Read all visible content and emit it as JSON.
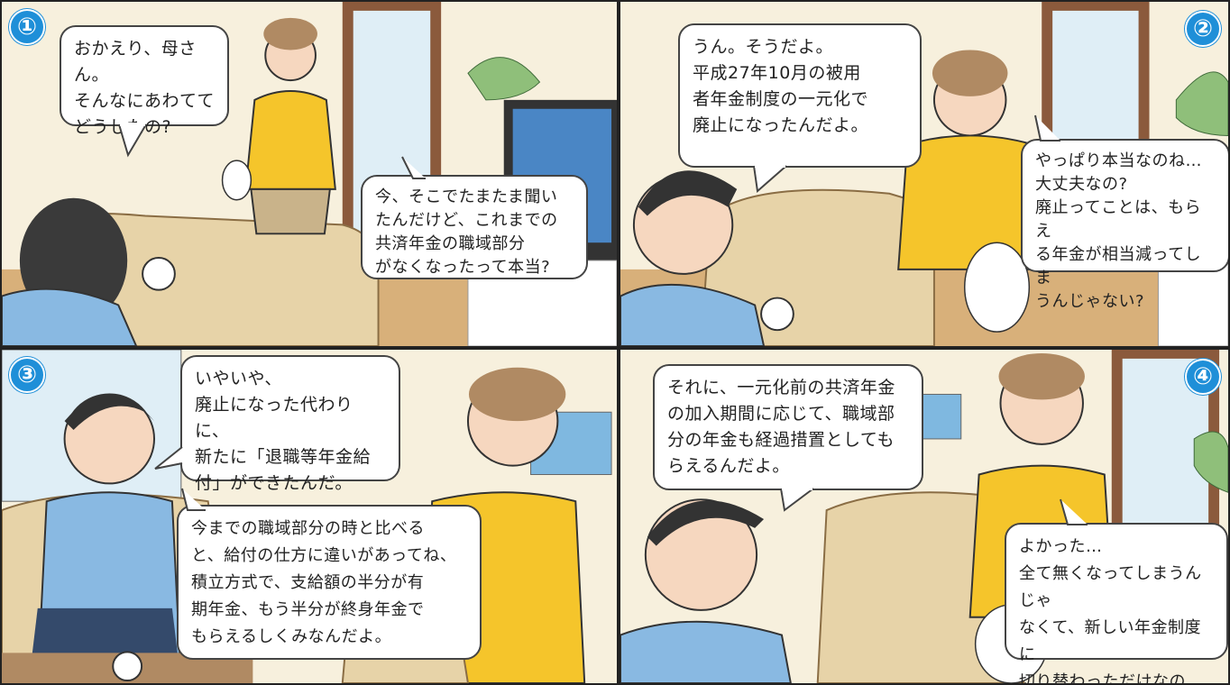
{
  "panels": [
    {
      "number": "①",
      "bubbles": [
        {
          "text": "おかえり、母さん。\nそんなにあわてて\nどうしたの?"
        },
        {
          "text": "今、そこでたまたま聞い\nたんだけど、これまでの\n共済年金の職域部分\nがなくなったって本当?"
        }
      ]
    },
    {
      "number": "②",
      "bubbles": [
        {
          "text": "うん。そうだよ。\n平成27年10月の被用\n者年金制度の一元化で\n廃止になったんだよ。"
        },
        {
          "text": "やっぱり本当なのね…\n大丈夫なの?\n廃止ってことは、もらえ\nる年金が相当減ってしま\nうんじゃない?"
        }
      ]
    },
    {
      "number": "③",
      "bubbles": [
        {
          "text": "いやいや、\n廃止になった代わりに、\n新たに「退職等年金給\n付」ができたんだ。"
        },
        {
          "text": "今までの職域部分の時と比べる\nと、給付の仕方に違いがあってね、\n積立方式で、支給額の半分が有\n期年金、もう半分が終身年金で\nもらえるしくみなんだよ。"
        }
      ]
    },
    {
      "number": "④",
      "bubbles": [
        {
          "text": "それに、一元化前の共済年金\nの加入期間に応じて、職域部\n分の年金も経過措置としても\nらえるんだよ。"
        },
        {
          "text": "よかった…\n全て無くなってしまうんじゃ\nなくて、新しい年金制度に\n切り替わっただけなのね。"
        }
      ]
    }
  ]
}
